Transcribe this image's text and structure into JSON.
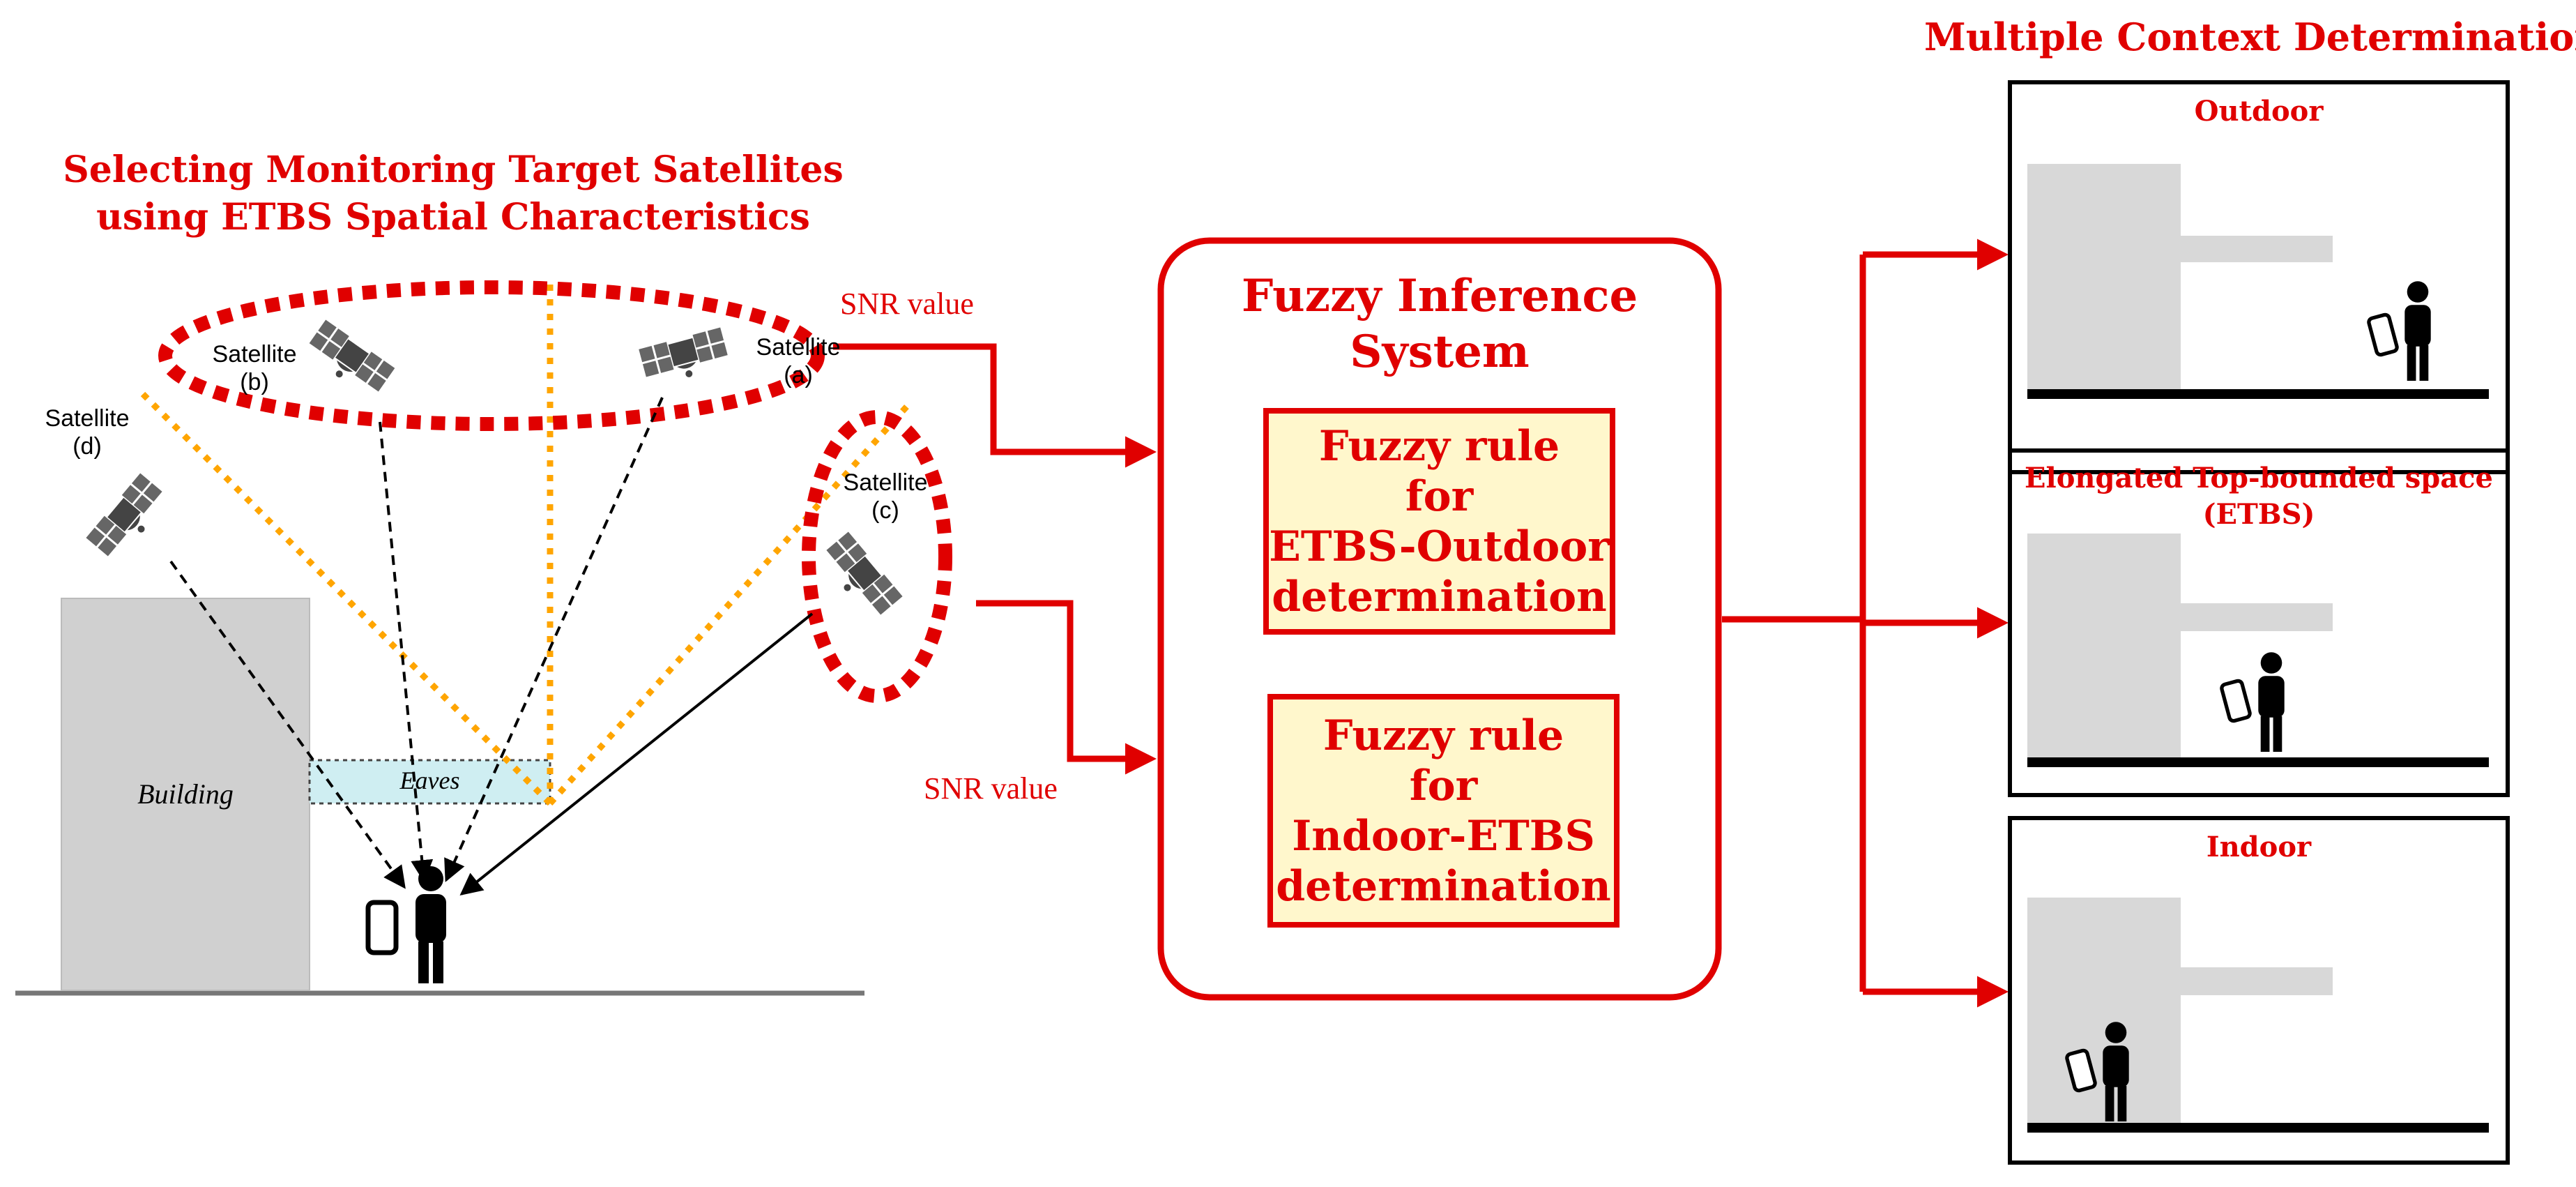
{
  "left": {
    "title_line1": "Selecting Monitoring Target Satellites",
    "title_line2": "using ETBS Spatial Characteristics",
    "satellites": [
      {
        "line1": "Satellite",
        "line2": "(a)"
      },
      {
        "line1": "Satellite",
        "line2": "(b)"
      },
      {
        "line1": "Satellite",
        "line2": "(c)"
      },
      {
        "line1": "Satellite",
        "line2": "(d)"
      }
    ],
    "building_label": "Building",
    "eaves_label": "Eaves"
  },
  "flow": {
    "snr_top": "SNR value",
    "snr_bottom": "SNR value"
  },
  "fis": {
    "title_line1": "Fuzzy Inference",
    "title_line2": "System",
    "rule1": "Fuzzy rule\nfor\nETBS-Outdoor\ndetermination",
    "rule2": "Fuzzy rule\nfor\nIndoor-ETBS\ndetermination"
  },
  "right": {
    "title": "Multiple Context Determination",
    "contexts": [
      {
        "line1": "Outdoor",
        "line2": ""
      },
      {
        "line1": "Elongated Top-bounded space",
        "line2": "(ETBS)"
      },
      {
        "line1": "Indoor",
        "line2": ""
      }
    ]
  },
  "colors": {
    "accent_red": "#e00000",
    "orange_dotted": "#ffa500",
    "eaves_fill": "#cfeef2",
    "building_fill": "#d0d0d0"
  },
  "icons": [
    "satellite-icon",
    "person-icon",
    "smartphone-icon"
  ]
}
